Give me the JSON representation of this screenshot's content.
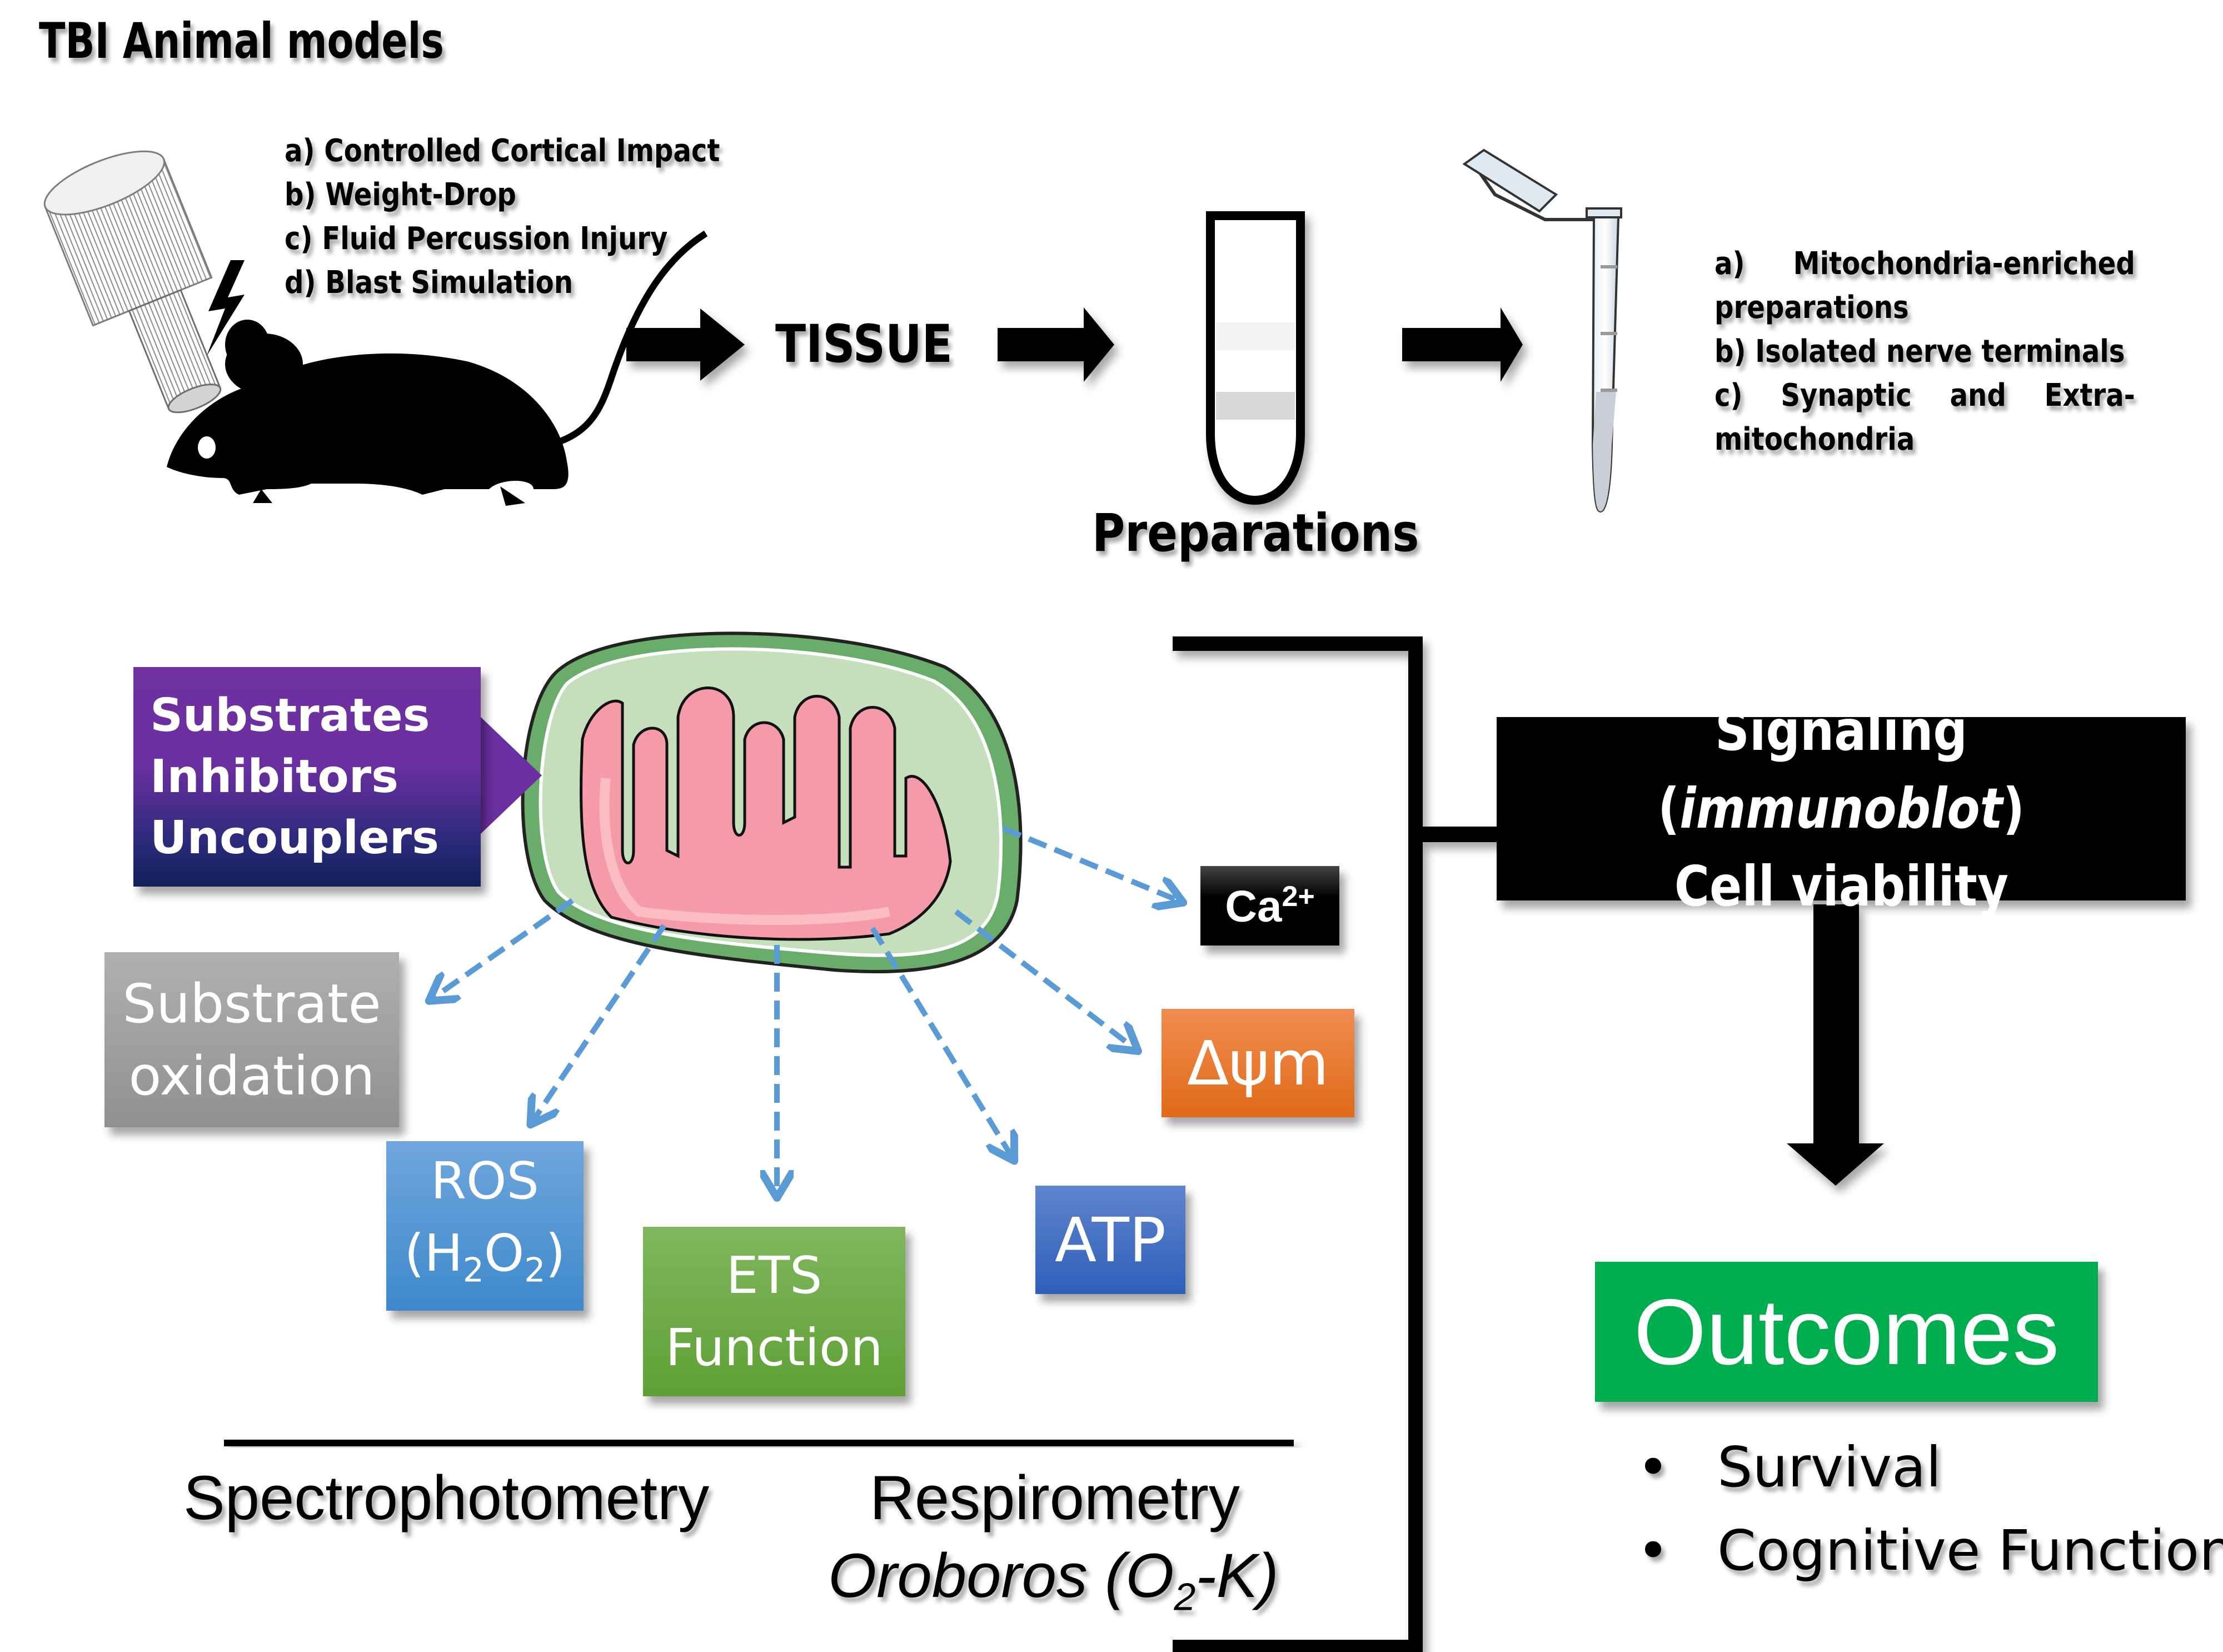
{
  "title": "TBI Animal models",
  "injury_models": [
    "a) Controlled Cortical Impact",
    "b) Weight-Drop",
    "c) Fluid Percussion Injury",
    "d) Blast Simulation"
  ],
  "flow": {
    "tissue_label": "TISSUE",
    "preparations_label": "Preparations"
  },
  "preparations_list": {
    "a_prefix": "a)",
    "a_word": "Mitochondria-enriched",
    "a_cont": "preparations",
    "b": "b) Isolated nerve terminals",
    "c_prefix": "c)",
    "c_word1": "Synaptic",
    "c_word2": "and",
    "c_word3": "Extra-",
    "c_cont": "mitochondria"
  },
  "treatments": [
    "Substrates",
    "Inhibitors",
    "Uncouplers"
  ],
  "assays": {
    "substrate_oxidation": [
      "Substrate",
      "oxidation"
    ],
    "ros": {
      "line1": "ROS",
      "paren_open": "(",
      "h": "H",
      "sub1": "2",
      "o": "O",
      "sub2": "2",
      "paren_close": ")"
    },
    "ets": [
      "ETS",
      "Function"
    ],
    "atp": "ATP",
    "membrane_potential": "Δψm",
    "calcium": {
      "base": "Ca",
      "sup": "2+"
    }
  },
  "methods": {
    "spectrophotometry": "Spectrophotometry",
    "respirometry": "Respirometry",
    "oroboros_prefix": "Oroboros (O",
    "oroboros_sub": "2",
    "oroboros_suffix": "-K)"
  },
  "signaling": {
    "line1_prefix": "Signaling (",
    "line1_italic": "immunoblot",
    "line1_suffix": ")",
    "line2": "Cell viability"
  },
  "outcomes": {
    "title": "Outcomes",
    "bullet": "•",
    "items": [
      "Survival",
      "Cognitive Function"
    ]
  },
  "colors": {
    "treatment_box": "#7030a0",
    "substrate_box": "#a0a0a0",
    "ros_box": "#5b9bd5",
    "ets_box": "#70ad47",
    "atp_box": "#4472c4",
    "dpsi_box": "#ed7d31",
    "calcium_box": "#000000",
    "outcomes_box": "#00b050",
    "dashed_arrow": "#5b9bd5",
    "mito_outer": "#6aad6a",
    "mito_matrix": "#f59aa8"
  }
}
